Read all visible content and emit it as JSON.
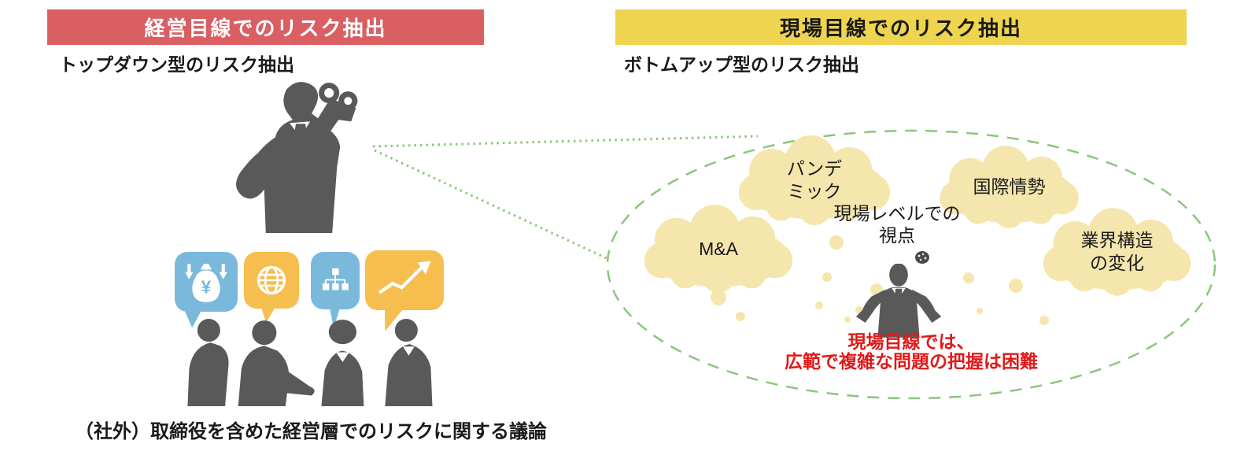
{
  "left_panel": {
    "header": {
      "label": "経営目線でのリスク抽出",
      "bg_color": "#D95F63",
      "text_color": "#FFFFFF"
    },
    "subtitle": "トップダウン型のリスク抽出",
    "caption": "（社外）取締役を含めた経営層でのリスクに関する議論",
    "speech_bubbles": [
      {
        "icon": "money-bag-icon",
        "color": "#7AB8DC",
        "symbol": "¥"
      },
      {
        "icon": "globe-icon",
        "color": "#F6BE4E"
      },
      {
        "icon": "org-chart-icon",
        "color": "#7AB8DC"
      },
      {
        "icon": "growth-arrow-icon",
        "color": "#F6BE4E"
      }
    ]
  },
  "right_panel": {
    "header": {
      "label": "現場目線でのリスク抽出",
      "bg_color": "#EFD44F",
      "text_color": "#1A1A1A"
    },
    "subtitle": "ボトムアップ型のリスク抽出",
    "clouds": [
      {
        "name": "ma-cloud",
        "line1": "M&A",
        "line2": ""
      },
      {
        "name": "pandemic-cloud",
        "line1": "パンデ",
        "line2": "ミック"
      },
      {
        "name": "international-cloud",
        "line1": "国際情勢",
        "line2": ""
      },
      {
        "name": "industry-structure-cloud",
        "line1": "業界構造",
        "line2": "の変化"
      }
    ],
    "center_label": {
      "line1": "現場レベルでの",
      "line2": "視点"
    },
    "warning": {
      "line1": "現場目線では、",
      "line2": "広範で複雑な問題の把握は困難",
      "color": "#E01A1A"
    },
    "cloud_color": "#F5E6AE",
    "outline_color": "#8CC57C"
  },
  "colors": {
    "silhouette": "#595959",
    "bubble_blue": "#7AB8DC",
    "bubble_yellow": "#F6BE4E"
  }
}
